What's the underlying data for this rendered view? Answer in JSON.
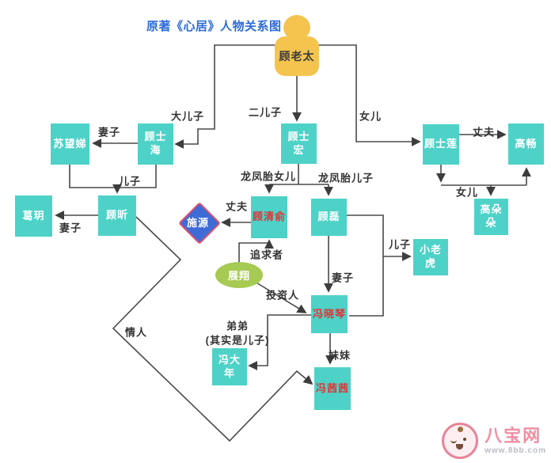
{
  "title": "原著《心居》人物关系图",
  "colors": {
    "node_teal": "#4ed2c8",
    "node_text_white": "#ffffff",
    "node_text_red": "#e03434",
    "diamond_blue": "#3f6bd6",
    "diamond_border_red": "#e0506a",
    "ellipse_green": "#a6ca52",
    "person_yellow": "#f4c44e",
    "line_gray": "#4a4a4a",
    "title_blue": "#2b6bd8",
    "watermark_pink": "#ef8fa3"
  },
  "nodes": {
    "gulaotai": {
      "label": "顾老太"
    },
    "gushihai": {
      "label": "顾士海"
    },
    "suwangdi": {
      "label": "苏望娣"
    },
    "guxin": {
      "label": "顾昕"
    },
    "geyue": {
      "label": "葛玥"
    },
    "gushihong": {
      "label": "顾士宏"
    },
    "guqingyu": {
      "label": "顾清俞"
    },
    "shiyuan": {
      "label": "施源"
    },
    "gulei": {
      "label": "顾磊"
    },
    "zhanxiang": {
      "label": "展翔"
    },
    "xiaolaohu": {
      "label": "小老虎"
    },
    "fengxiaoqin": {
      "label": "冯晓琴"
    },
    "fengdanian": {
      "label": "冯大年"
    },
    "fengqianqian": {
      "label": "冯茜茜"
    },
    "gushilian": {
      "label": "顾士莲"
    },
    "gaochang": {
      "label": "高畅"
    },
    "gaoduoduo": {
      "label": "高朵朵"
    }
  },
  "edges": {
    "eldest_son": "大儿子",
    "second_son": "二儿子",
    "daughter_top": "女儿",
    "wife_suwangdi": "妻子",
    "son_guxin": "儿子",
    "wife_geyue": "妻子",
    "twin_daughter": "龙凤胎女儿",
    "twin_son": "龙凤胎儿子",
    "husband_shiyuan": "丈夫",
    "suitor": "追求者",
    "investor": "投资人",
    "wife_fengxiaoqin": "妻子",
    "son_xiaolaohu": "儿子",
    "brother_line1": "弟弟",
    "brother_line2": "(其实是儿子)",
    "sister": "妹妹",
    "lover": "情人",
    "husband_gaochang": "丈夫",
    "daughter_gaoduoduo": "女儿"
  },
  "watermark": {
    "site_name": "八宝网",
    "site_url": "www.8bb.com"
  }
}
